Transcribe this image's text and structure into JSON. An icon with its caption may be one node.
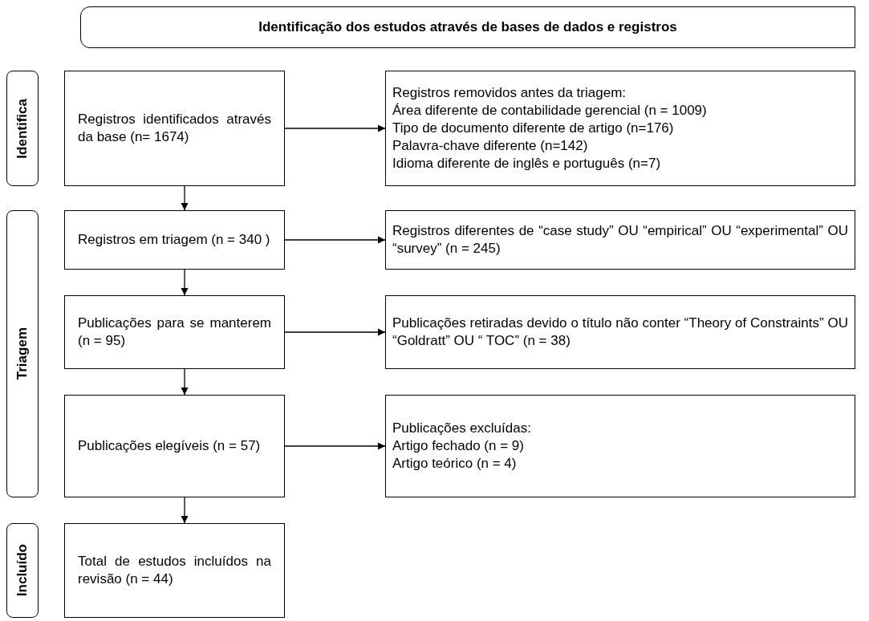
{
  "diagram": {
    "nodes": [
      {
        "text": [
          "Identificação dos estudos através de bases de dados e registros"
        ]
      },
      {
        "text": [
          "Identifica"
        ]
      },
      {
        "text": [
          "Triagem"
        ]
      },
      {
        "text": [
          "Incluído"
        ]
      },
      {
        "text": [
          "Registros identificados através da base (n= 1674)"
        ]
      },
      {
        "text": [
          "Registros removidos antes da triagem:",
          "Área diferente de contabilidade gerencial (n = 1009)",
          "Tipo de documento diferente de artigo (n=176)",
          "Palavra-chave diferente (n=142)",
          "Idioma diferente de inglês e português (n=7)"
        ]
      },
      {
        "text": [
          "Registros em triagem (n = 340 )"
        ]
      },
      {
        "text": [
          "Registros diferentes de “case study” OU “empirical” OU “experimental” OU “survey” (n = 245)"
        ]
      },
      {
        "text": [
          "Publicações para se manterem (n = 95)"
        ]
      },
      {
        "text": [
          "Publicações retiradas devido o título não conter “Theory of Constraints” OU “Goldratt” OU “ TOC” (n = 38)"
        ]
      },
      {
        "text": [
          "Publicações elegíveis (n = 57)"
        ]
      },
      {
        "text": [
          "Publicações excluídas:",
          "Artigo fechado (n = 9)",
          "Artigo teórico (n = 4)"
        ]
      },
      {
        "text": [
          "Total de estudos incluídos na revisão (n = 44)"
        ]
      }
    ],
    "edges": [
      {
        "from": 4,
        "to": 5,
        "arrow": "to"
      },
      {
        "from": 4,
        "to": 6,
        "arrow": "to"
      },
      {
        "from": 6,
        "to": 7,
        "arrow": "to"
      },
      {
        "from": 6,
        "to": 8,
        "arrow": "to"
      },
      {
        "from": 8,
        "to": 9,
        "arrow": "to"
      },
      {
        "from": 8,
        "to": 10,
        "arrow": "to"
      },
      {
        "from": 10,
        "to": 11,
        "arrow": "to"
      },
      {
        "from": 10,
        "to": 12,
        "arrow": "to"
      }
    ]
  }
}
